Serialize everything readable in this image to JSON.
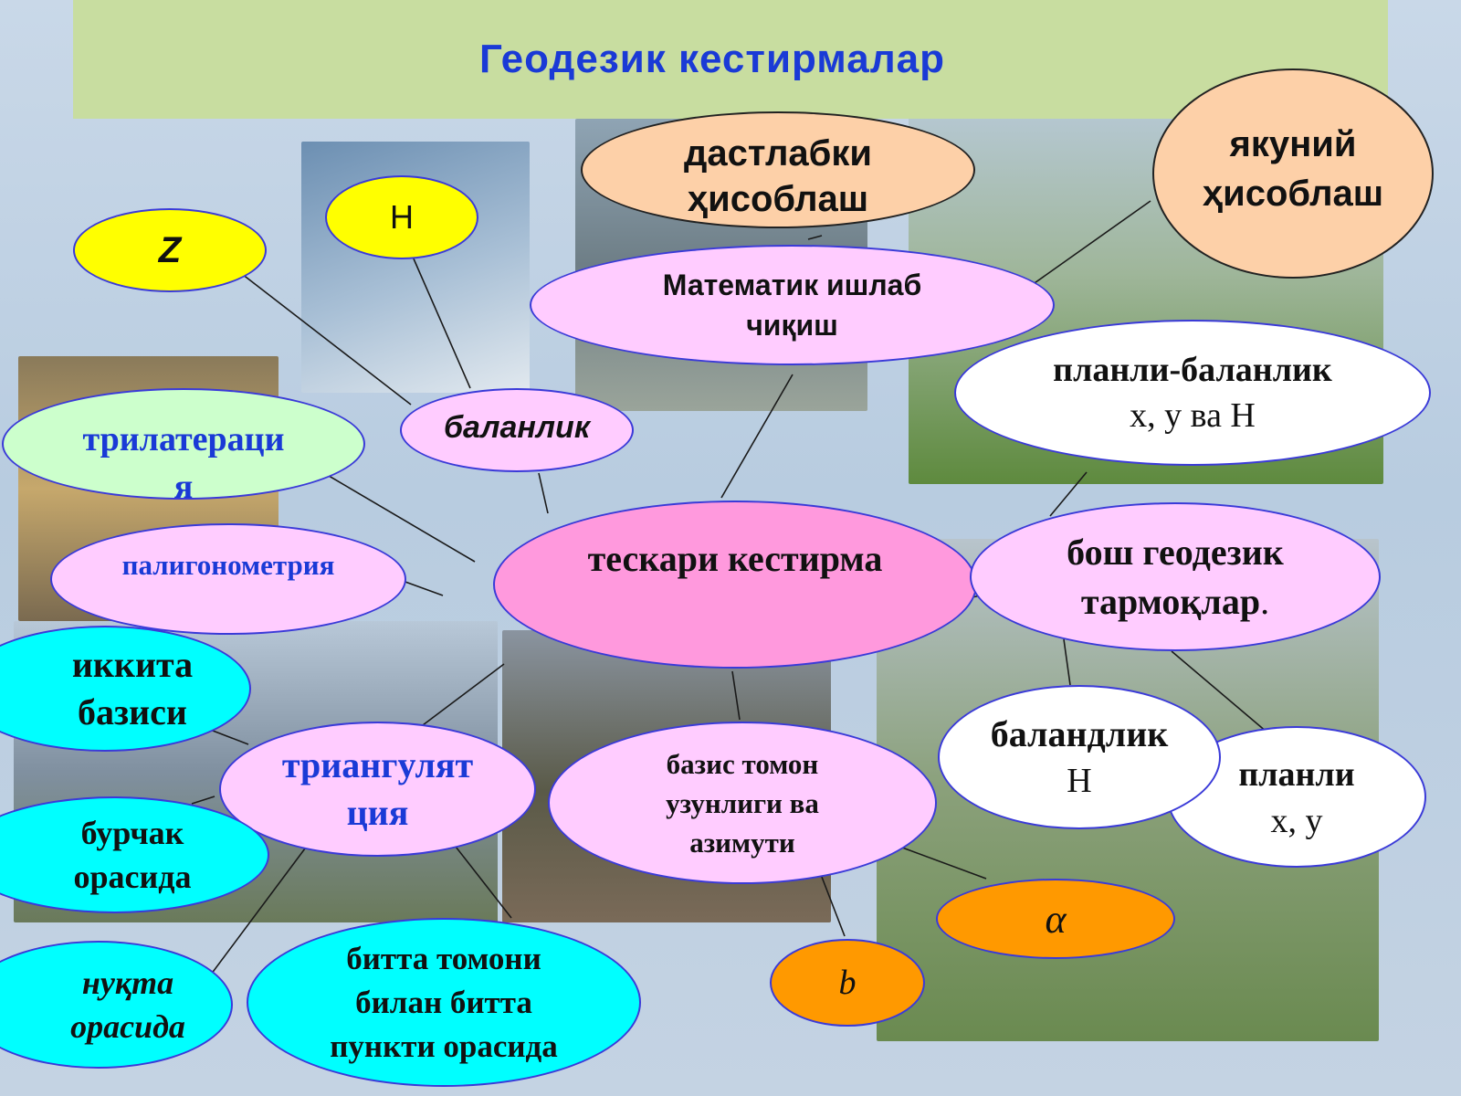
{
  "title": "Геодезик  кестирмалар",
  "nodes": {
    "dastlabki": "дастлабки\nҳисоблаш",
    "yakuniy": "якуний\nҳисоблаш",
    "z": "Z",
    "h_top": "H",
    "matematik": "Математик ишлаб\nчиқиш",
    "planli_balanlik": "планли-баланлик",
    "planli_balanlik_sub": "х, у ва Н",
    "balanlik": "баланлик",
    "trilateraciya": "трилатераци\nя",
    "teskari": "тескари кестирма",
    "bosh": "бош геодезик\nтармоқлар",
    "bosh_dot": ".",
    "paligonometriya": "палигонометрия",
    "ikkita": "иккита\nбазиси",
    "triangulyaciya": "триангулят\nция",
    "bazis": "базис томон\nузунлиги ва\nазимути",
    "balandlik": "баландлик",
    "balandlik_sub": "Н",
    "planli": "планли",
    "planli_sub": "х, у",
    "burchak": "бурчак\nорасида",
    "alpha": "α",
    "b": "b",
    "nuqta": "нуқта\nорасида",
    "bitta": "битта томони\nбилан битта\nпункти орасида"
  }
}
